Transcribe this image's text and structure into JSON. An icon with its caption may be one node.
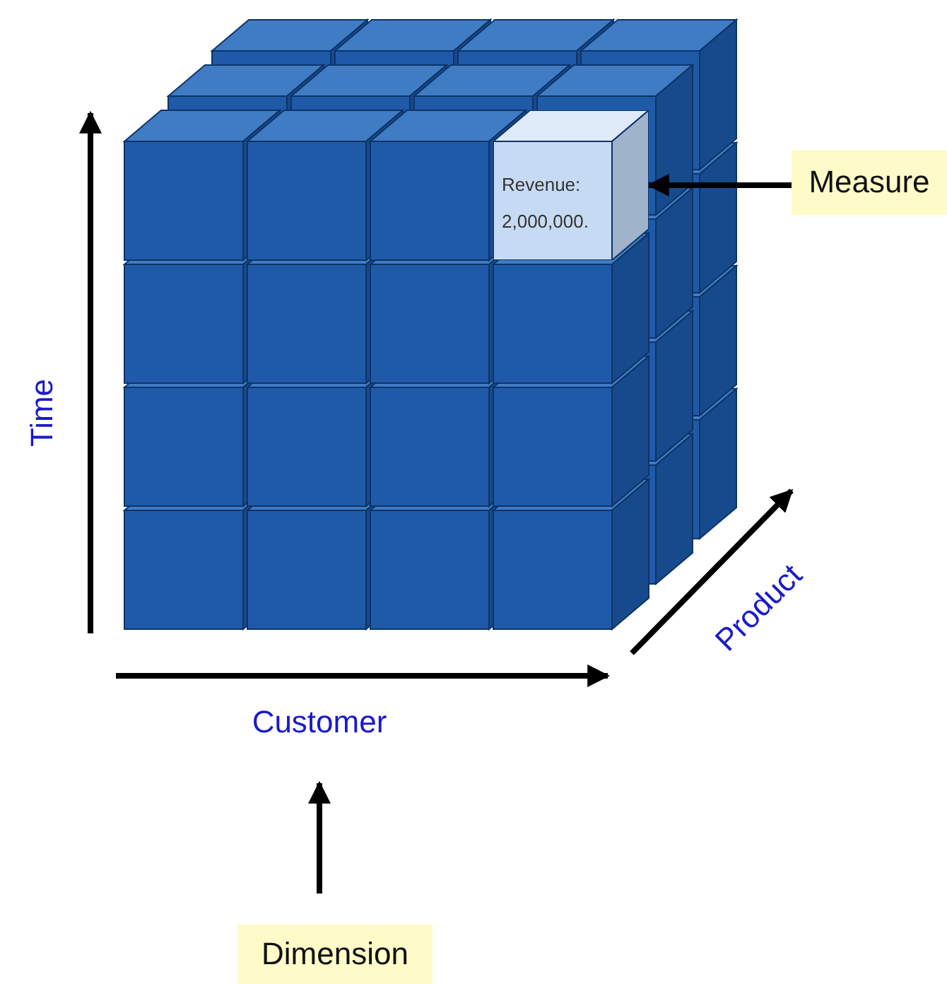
{
  "diagram": {
    "nodes": [
      {
        "text": [
          "Revenue: 2,000,000."
        ]
      },
      {
        "text": [
          "Measure"
        ]
      },
      {
        "text": [
          "Customer"
        ]
      },
      {
        "text": [
          "Dimension"
        ]
      }
    ],
    "edges": [
      {
        "from": 1,
        "to": 0,
        "arrow": "to"
      },
      {
        "from": 3,
        "to": 2,
        "arrow": "to"
      }
    ],
    "labels": [
      "Time",
      "Product"
    ]
  }
}
